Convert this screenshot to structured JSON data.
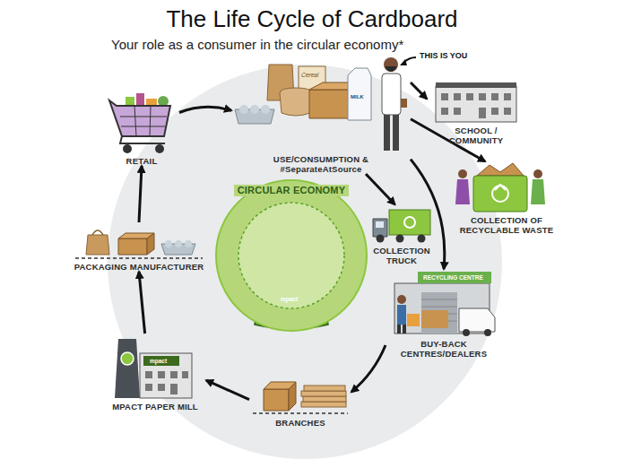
{
  "diagram": {
    "title": "The Life Cycle of Cardboard",
    "nodes": [
      {
        "text": [
          "USE/CONSUMPTION & #SeparateAtSource"
        ]
      },
      {
        "text": [
          "SCHOOL / COMMUNITY"
        ]
      },
      {
        "text": [
          "COLLECTION OF RECYCLABLE WASTE"
        ]
      },
      {
        "text": [
          "COLLECTION TRUCK"
        ]
      },
      {
        "text": [
          "BUY-BACK CENTRES/DEALERS"
        ]
      },
      {
        "text": [
          "BRANCHES"
        ]
      },
      {
        "text": [
          "MPACT PAPER MILL"
        ]
      },
      {
        "text": [
          "PACKAGING MANUFACTURER"
        ]
      },
      {
        "text": [
          "RETAIL"
        ]
      },
      {
        "text": [
          "CIRCULAR ECONOMY"
        ]
      }
    ],
    "edges": [
      {
        "from": 8,
        "to": 0,
        "arrow": "to"
      },
      {
        "from": 0,
        "to": 1,
        "arrow": "to"
      },
      {
        "from": 0,
        "to": 2,
        "arrow": "to"
      },
      {
        "from": 0,
        "to": 3,
        "arrow": "to"
      },
      {
        "from": 0,
        "to": 4,
        "arrow": "to"
      },
      {
        "from": 4,
        "to": 5,
        "arrow": "to"
      },
      {
        "from": 5,
        "to": 6,
        "arrow": "to"
      },
      {
        "from": 6,
        "to": 7,
        "arrow": "to"
      },
      {
        "from": 7,
        "to": 8,
        "arrow": "to"
      }
    ],
    "labels": [
      "Your role as a consumer in the circular economy*",
      "THIS IS YOU",
      "Cereal",
      "MILK",
      "RECYCLING CENTRE",
      "mpact",
      "mpact"
    ]
  }
}
